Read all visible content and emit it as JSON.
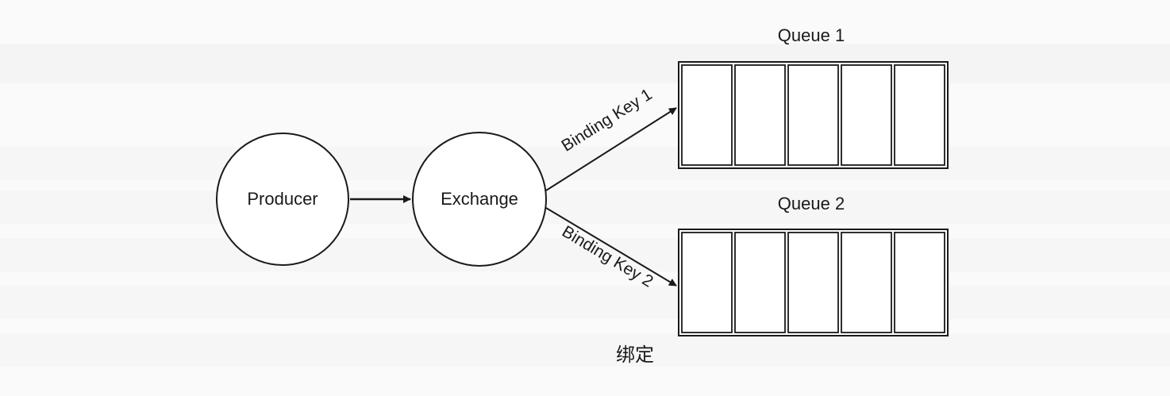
{
  "diagram": {
    "producer_label": "Producer",
    "exchange_label": "Exchange",
    "queues": [
      {
        "title": "Queue 1",
        "cells": 5
      },
      {
        "title": "Queue 2",
        "cells": 5
      }
    ],
    "binding_labels": [
      "Binding Key 1",
      "Binding Key 2"
    ],
    "caption": "绑定",
    "colors": {
      "stroke": "#1a1a1a",
      "fill": "#ffffff",
      "background": "#fafafa"
    }
  }
}
